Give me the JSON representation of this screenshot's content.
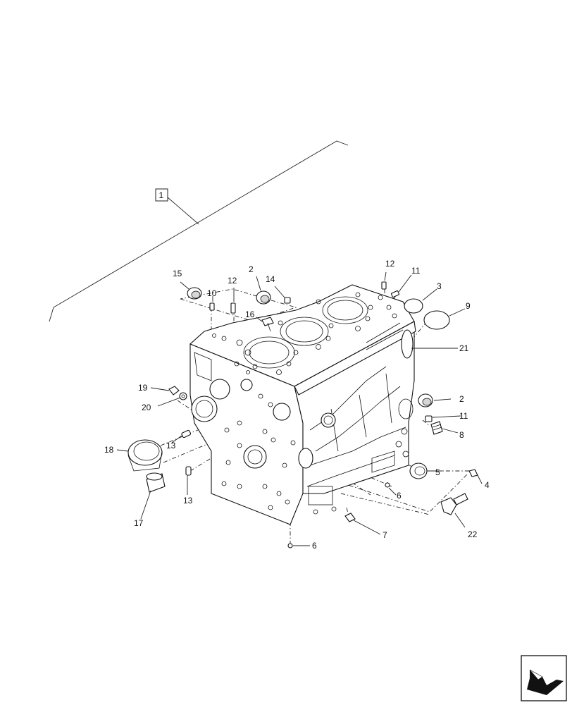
{
  "assembly_label": "1",
  "callouts": {
    "c15": "15",
    "c10": "10",
    "c12a": "12",
    "c2a": "2",
    "c14": "14",
    "c16": "16",
    "c12b": "12",
    "c11a": "11",
    "c3": "3",
    "c9": "9",
    "c21": "21",
    "c19": "19",
    "c20": "20",
    "c13a": "13",
    "c18": "18",
    "c13b": "13",
    "c17": "17",
    "c2b": "2",
    "c11b": "11",
    "c8": "8",
    "c5": "5",
    "c4": "4",
    "c6a": "6",
    "c7": "7",
    "c6b": "6",
    "c22": "22"
  },
  "nav_icon": "next-arrow-icon"
}
